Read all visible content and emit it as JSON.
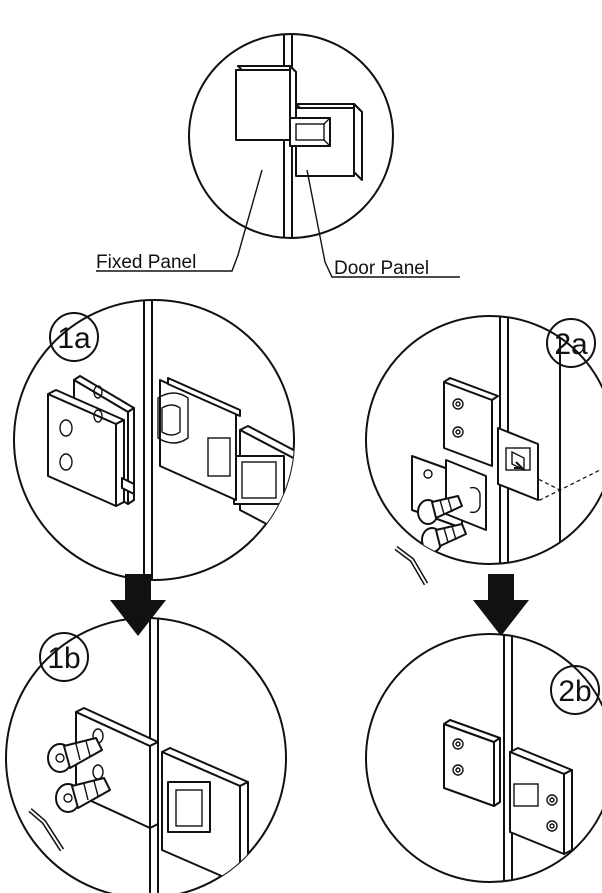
{
  "labels": {
    "fixed_panel": "Fixed Panel",
    "door_panel": "Door Panel"
  },
  "steps": {
    "step_1a": "1a",
    "step_1b": "1b",
    "step_2a": "2a",
    "step_2b": "2b"
  },
  "colors": {
    "ink": "#111111",
    "paper": "#ffffff"
  },
  "icons": [
    "arrow-down-icon",
    "screw-icon",
    "hex-key-icon"
  ]
}
